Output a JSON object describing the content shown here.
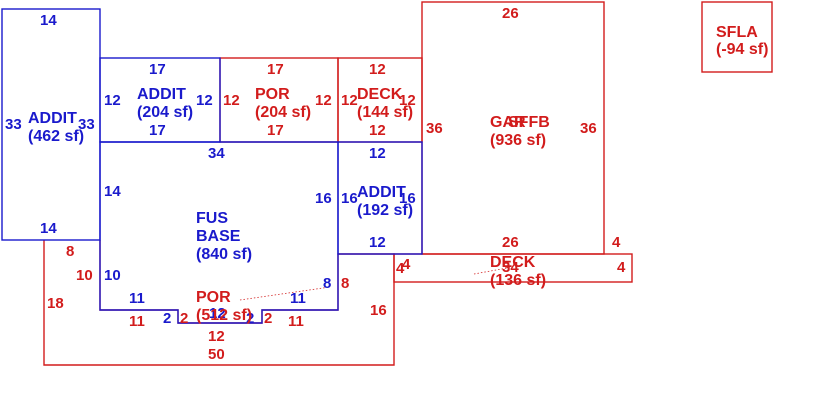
{
  "rooms": [
    {
      "id": "addit_left",
      "name": "ADDIT",
      "area": "(462 sf)",
      "color": "blue",
      "dims": {
        "top": "14",
        "bottom": "14",
        "left": "33",
        "right": "33"
      }
    },
    {
      "id": "addit_mid",
      "name": "ADDIT",
      "area": "(204 sf)",
      "color": "blue",
      "dims": {
        "top": "17",
        "bottom": "17",
        "left": "12",
        "right": "12"
      }
    },
    {
      "id": "por_top",
      "name": "POR",
      "area": "(204 sf)",
      "color": "red",
      "dims": {
        "top": "17",
        "bottom": "17",
        "left": "12",
        "right": "12"
      }
    },
    {
      "id": "deck_top",
      "name": "DECK",
      "area": "(144 sf)",
      "color": "red",
      "dims": {
        "top": "12",
        "bottom": "12",
        "left": "12",
        "right": "12"
      }
    },
    {
      "id": "fus_base",
      "name": "FUS",
      "name2": "BASE",
      "area": "(840 sf)",
      "color": "blue",
      "dims": {
        "top": "34",
        "left": "14",
        "left_lower": "10",
        "right_upper": "16",
        "right_lower": "8",
        "bottom_left": "11",
        "bottom_right": "11",
        "notch_left": "2",
        "notch_right": "2",
        "notch_bottom": "12"
      }
    },
    {
      "id": "addit_right",
      "name": "ADDIT",
      "area": "(192 sf)",
      "color": "blue",
      "dims": {
        "top": "12",
        "bottom": "12",
        "left": "16",
        "right": "16"
      }
    },
    {
      "id": "gar",
      "name": "GAR",
      "name_overlay": "SFFB",
      "area": "(936 sf)",
      "color": "red",
      "dims": {
        "top": "26",
        "bottom": "26",
        "left": "36",
        "right": "36"
      }
    },
    {
      "id": "por_bottom",
      "name": "POR",
      "area": "(512 sf)",
      "color": "red",
      "dims": {
        "top_left": "8",
        "diag": "10",
        "left": "18",
        "right_upper": "8",
        "right_lower": "16",
        "bottom": "50",
        "inner_left": "11",
        "inner_right": "11",
        "inner_notch_left": "2",
        "inner_notch_right": "2",
        "inner_notch_bottom": "12"
      }
    },
    {
      "id": "deck_bottom",
      "name": "DECK",
      "area": "(136 sf)",
      "color": "red",
      "dims": {
        "left": "4",
        "left_upper": "4",
        "right": "4",
        "right_upper": "4",
        "top": "34"
      }
    },
    {
      "id": "sfla",
      "name": "SFLA",
      "area": "(-94 sf)",
      "color": "red"
    }
  ]
}
